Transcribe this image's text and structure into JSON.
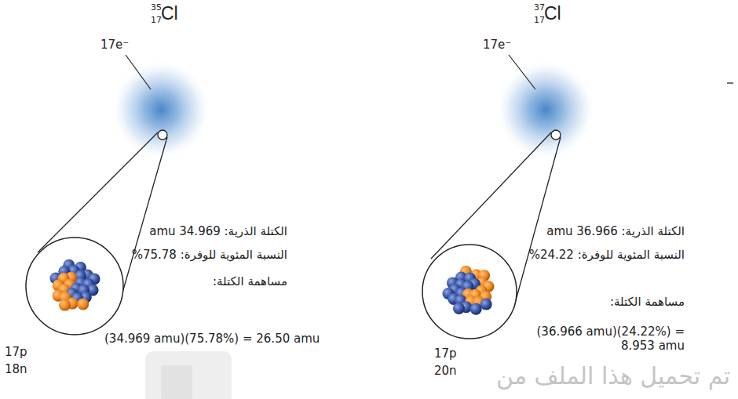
{
  "diagram": {
    "labels": [
      "35",
      "17",
      "Cl",
      "17e⁻",
      "17p",
      "18n",
      "الكتلة الذرية: 34.969 amu",
      "النسبة المئوية للوفرة: 75.78%",
      "مساهمة الكتلة:",
      "(34.969 amu)(75.78%) = 26.50 amu",
      "37",
      "17",
      "Cl",
      "17e⁻",
      "17p",
      "20n",
      "الكتلة الذرية: 36.966 amu",
      "النسبة المئوية للوفرة: 24.22%",
      "مساهمة الكتلة:",
      "(36.966 amu)(24.22%) = 8.953 amu",
      "تم تحميل هذا الملف من"
    ]
  }
}
